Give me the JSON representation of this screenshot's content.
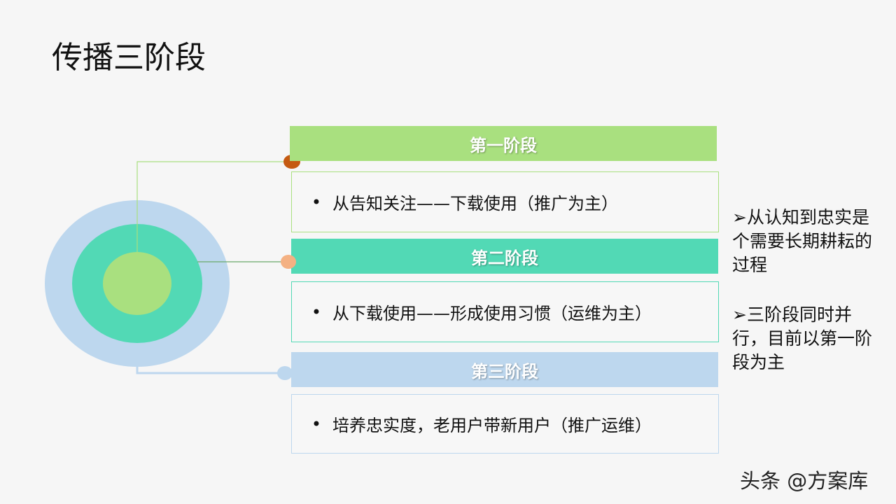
{
  "title": "传播三阶段",
  "stages": [
    {
      "label": "第一阶段",
      "text": "从告知关注——下载使用（推广为主）",
      "color": "#a9e07f",
      "dot_color": "#c55a11"
    },
    {
      "label": "第二阶段",
      "text": "从下载使用——形成使用习惯（运维为主）",
      "color": "#52d9b5",
      "dot_color": "#f4b183"
    },
    {
      "label": "第三阶段",
      "text": "培养忠实度，老用户带新用户（推广运维）",
      "color": "#bdd7ee",
      "dot_color": "#bdd7ee"
    }
  ],
  "bullet": "•",
  "notes": [
    {
      "marker": "➢",
      "text": "从认知到忠实是个需要长期耕耘的过程"
    },
    {
      "marker": "➢",
      "text": "三阶段同时并行，目前以第一阶段为主"
    }
  ],
  "watermark": "头条 @方案库"
}
